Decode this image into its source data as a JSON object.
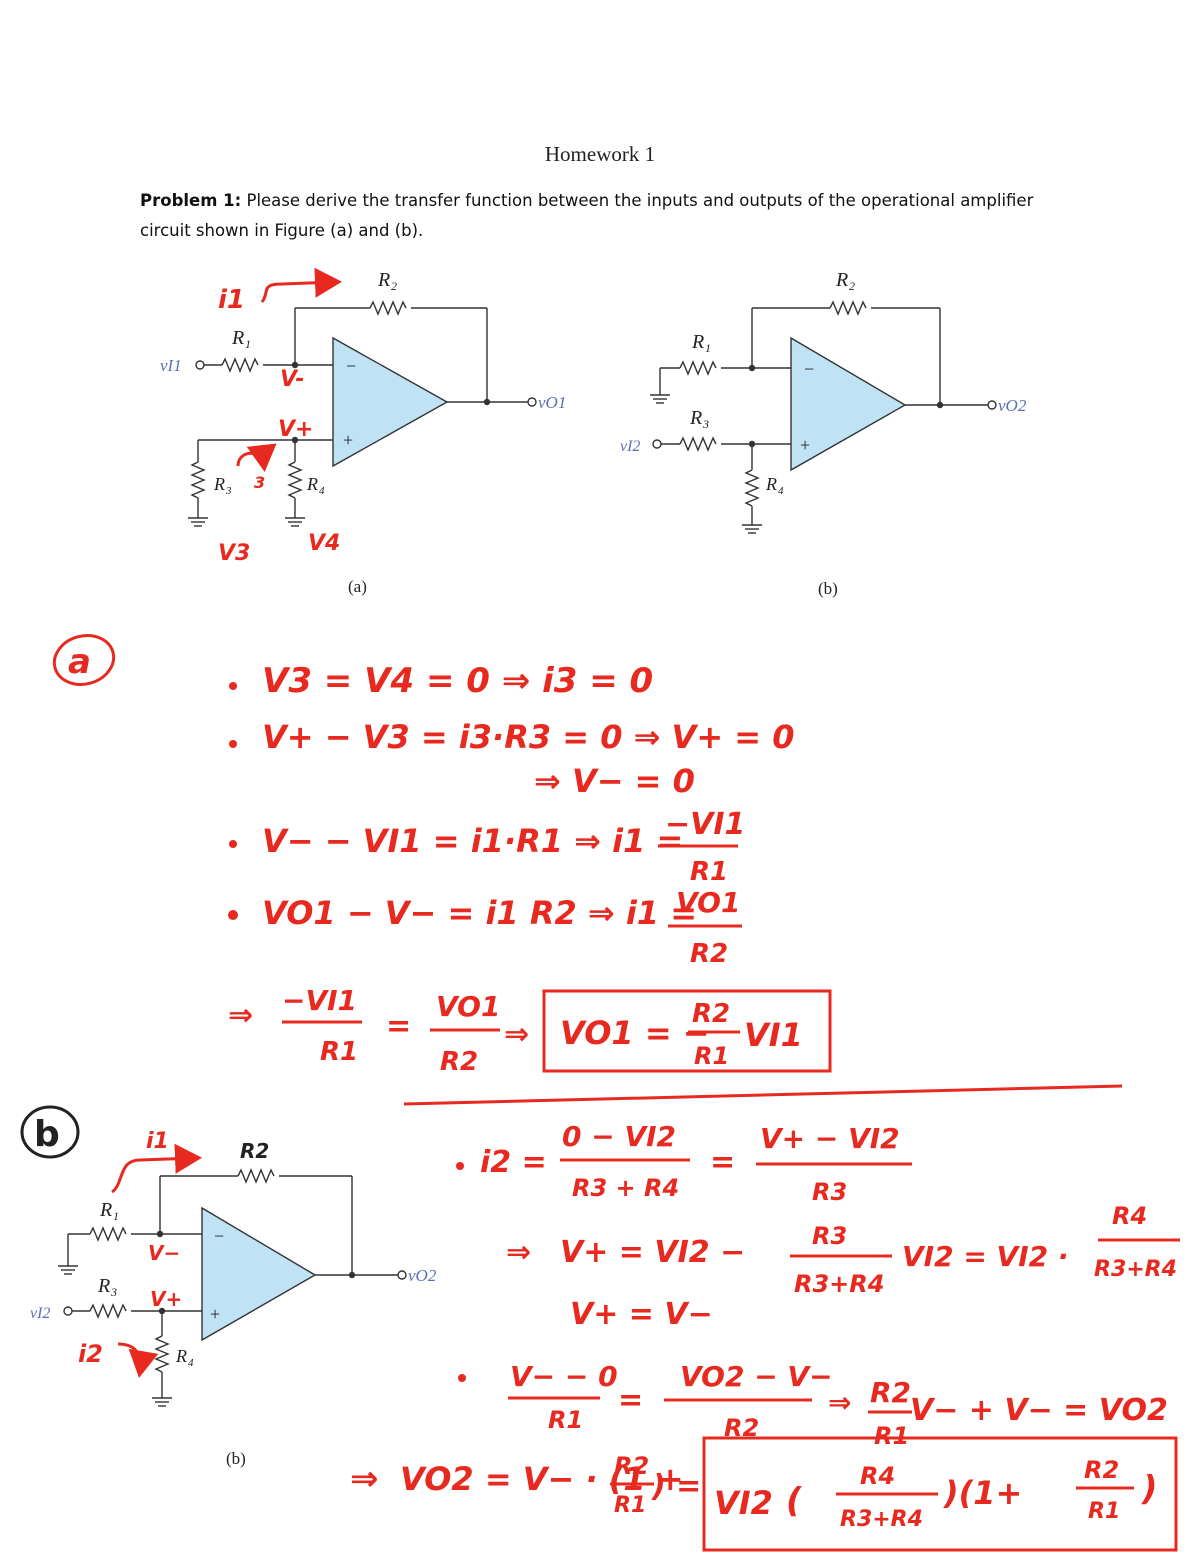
{
  "document": {
    "title": "Homework 1",
    "problem_label": "Problem 1:",
    "problem_text": " Please derive the transfer function between the inputs and outputs of the operational amplifier circuit shown in Figure (a) and (b).",
    "figure_a_caption": "(a)",
    "figure_b_caption": "(b)",
    "figure_b2_caption": "(b)"
  },
  "circuit_labels": {
    "r1": "R",
    "r2": "R",
    "r3": "R",
    "r4": "R",
    "sub1": "1",
    "sub2": "2",
    "sub3": "3",
    "sub4": "4",
    "vi1": "vI1",
    "vi2": "vI2",
    "vo1": "vO1",
    "vo2": "vO2",
    "minus": "−",
    "plus": "+"
  },
  "handwriting": {
    "part_a": "a",
    "part_b": "b",
    "fig_a_i1": "i1",
    "fig_a_vminus": "V-",
    "fig_a_vplus": "V+",
    "fig_a_v3": "V3",
    "fig_a_v4": "V4",
    "fig_a_i3": "3",
    "a_line1": "V3 = V4 = 0 ⇒ i3 = 0",
    "a_line2": "V+ − V3 = i3·R3 = 0 ⇒ V+ = 0",
    "a_line3": "⇒ V− = 0",
    "a_line4_lhs": "V− − VI1 = i1·R1 ⇒ i1 =",
    "a_line4_num": "−VI1",
    "a_line4_den": "R1",
    "a_line5_lhs": "VO1 − V− = i1 R2 ⇒ i1 =",
    "a_line5_num": "VO1",
    "a_line5_den": "R2",
    "a_line6_num1": "−VI1",
    "a_line6_den1": "R1",
    "a_line6_eq": "=",
    "a_line6_num2": "VO1",
    "a_line6_den2": "R2",
    "a_result_lhs": "VO1 = −",
    "a_result_num": "R2",
    "a_result_den": "R1",
    "a_result_rhs": "VI1",
    "fig_b_i1": "i1",
    "fig_b_r2": "R2",
    "fig_b_vminus": "V−",
    "fig_b_vplus": "V+",
    "fig_b_i2": "i2",
    "b_line1_lhs": "i2 =",
    "b_line1_num1": "0 − VI2",
    "b_line1_den1": "R3 + R4",
    "b_line1_eq": "=",
    "b_line1_num2": "V+ − VI2",
    "b_line1_den2": "R3",
    "b_line2_lhs": "V+ = VI2 −",
    "b_line2_num": "R3",
    "b_line2_den": "R3+R4",
    "b_line2_mid": "VI2 = VI2 ·",
    "b_line2_num2": "R4",
    "b_line2_den2": "R3+R4",
    "b_line3": "V+ = V−",
    "b_line4_num1": "V− − 0",
    "b_line4_den1": "R1",
    "b_line4_eq": "=",
    "b_line4_num2": "VO2 − V−",
    "b_line4_den2": "R2",
    "b_line4_rhs_num": "R2",
    "b_line4_rhs_den": "R1",
    "b_line4_rhs": "V− + V− = VO2",
    "b_final_lhs": "VO2 = V− · (1 +",
    "b_final_num1": "R2",
    "b_final_den1": "R1",
    "b_final_mid": ") =",
    "b_result_v": "VI2",
    "b_result_num1": "R4",
    "b_result_den1": "R3+R4",
    "b_result_num2": "R2",
    "b_result_den2": "R1",
    "b_result_mid": ")(1+",
    "b_result_end": ")"
  },
  "colors": {
    "ink": "#e8291f",
    "opamp_fill": "#bfe3f5",
    "wire": "#333333",
    "label_blue": "#5b6fb0"
  }
}
